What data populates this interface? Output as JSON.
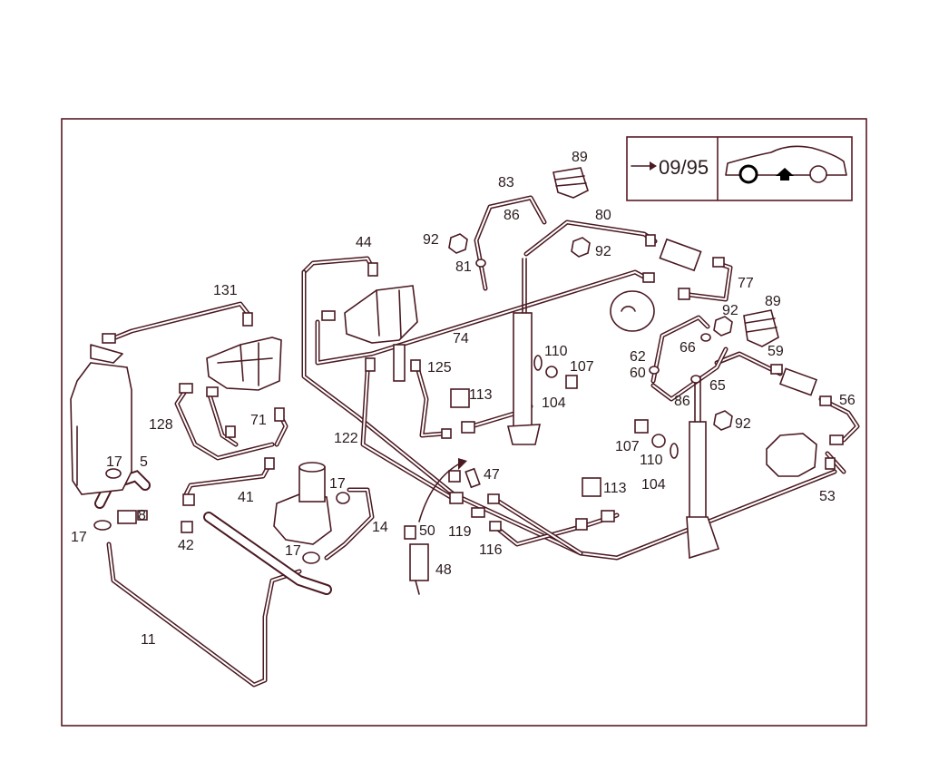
{
  "legend_box": {
    "date_label": "09/95",
    "arrow_icon": "right-arrow-icon",
    "car_icon": "car-front-axle-icon"
  },
  "part_numbers": {
    "p89a": "89",
    "p83": "83",
    "p86a": "86",
    "p80": "80",
    "p92a": "92",
    "p81": "81",
    "p92b": "92",
    "p44": "44",
    "p77": "77",
    "p131": "131",
    "p92c": "92",
    "p89b": "89",
    "p74": "74",
    "p62": "62",
    "p66": "66",
    "p59": "59",
    "p110a": "110",
    "p107a": "107",
    "p125": "125",
    "p60": "60",
    "p65": "65",
    "p56": "56",
    "p113a": "113",
    "p104a": "104",
    "p86b": "86",
    "p128": "128",
    "p71": "71",
    "p92d": "92",
    "p122": "122",
    "p107b": "107",
    "p17a": "17",
    "p5": "5",
    "p47": "47",
    "p110b": "110",
    "p104b": "104",
    "p113b": "113",
    "p17b": "17",
    "p53": "53",
    "p41": "41",
    "p8": "8",
    "p14": "14",
    "p17c": "17",
    "p50": "50",
    "p119": "119",
    "p42": "42",
    "p116": "116",
    "p17d": "17",
    "p48": "48",
    "p11": "11"
  }
}
